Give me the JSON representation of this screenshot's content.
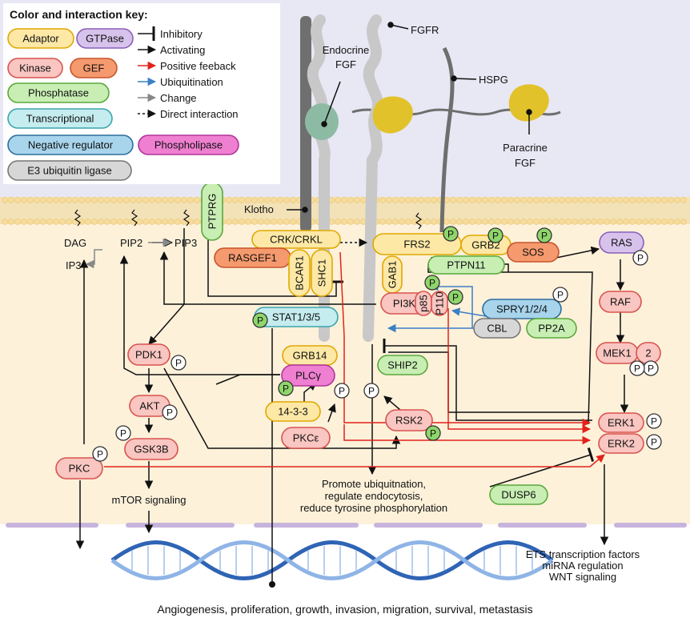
{
  "legend": {
    "title": "Color and interaction key:",
    "categories": {
      "adaptor": "Adaptor",
      "gtpase": "GTPase",
      "kinase": "Kinase",
      "gef": "GEF",
      "phosphatase": "Phosphatase",
      "transcriptional": "Transcriptional",
      "negative_regulator": "Negative regulator",
      "phospholipase": "Phospholipase",
      "e3_ligase": "E3 ubiquitin ligase"
    },
    "interactions": {
      "inhibitory": "Inhibitory",
      "activating": "Activating",
      "positive_feedback": "Positive feeback",
      "ubiquitination": "Ubiquitination",
      "change": "Change",
      "direct_interaction": "Direct interaction"
    }
  },
  "colors": {
    "adaptor": "#fde8a6",
    "adaptor_border": "#e0a800",
    "gtpase": "#d7c2ec",
    "gtpase_border": "#8a5fb8",
    "kinase": "#f9c6c1",
    "kinase_border": "#d9534f",
    "gef": "#f59a6e",
    "gef_border": "#c8542a",
    "phosphatase": "#c8eeb4",
    "phosphatase_border": "#5aa83c",
    "transcriptional": "#c5ecef",
    "transcriptional_border": "#3aa5ad",
    "negative_regulator": "#a8d4ec",
    "negative_regulator_border": "#2c6e9c",
    "phospholipase": "#ef7fd0",
    "phospholipase_border": "#b0359a",
    "e3_ligase": "#d7d7d7",
    "e3_ligase_border": "#777777",
    "extracellular": "#e8e7f4",
    "cytoplasm": "#fdf1da",
    "positive_feedback": "#e2231a",
    "ubiquitination": "#3b7fc4",
    "dna": "#2f64b5"
  },
  "labels": {
    "fgfr": "FGFR",
    "endocrine": "Endocrine",
    "endocrine_fgf": "FGF",
    "hspg": "HSPG",
    "paracrine": "Paracrine",
    "paracrine_fgf": "FGF",
    "klotho": "Klotho",
    "phospho": "P",
    "endpoint_ubiq_1": "Promote ubiquitnation,",
    "endpoint_ubiq_2": "regulate endocytosis,",
    "endpoint_ubiq_3": "reduce tyrosine phosphorylation",
    "mtor": "mTOR signaling",
    "ets_1": "ETS transcription factors",
    "ets_2": "miRNA regulation",
    "ets_3": "WNT signaling",
    "bottom": "Angiogenesis, proliferation, growth, invasion, migration, survival, metastasis"
  },
  "nodes": {
    "dag": "DAG",
    "pip2": "PIP2",
    "pip3": "PIP3",
    "ip3": "IP3",
    "ptprg": "PTPRG",
    "crk": "CRK/CRKL",
    "rasgef1": "RASGEF1",
    "bcar1": "BCAR1",
    "shc1": "SHC1",
    "frs2": "FRS2",
    "grb2": "GRB2",
    "sos": "SOS",
    "ptpn11": "PTPN11",
    "gab1": "GAB1",
    "pi3k": "PI3K",
    "p85": "p85",
    "p110": "P110",
    "spry": "SPRY1/2/4",
    "cbl": "CBL",
    "pp2a": "PP2A",
    "ras": "RAS",
    "raf": "RAF",
    "mek1": "MEK1",
    "mek2": "2",
    "erk1": "ERK1",
    "erk2": "ERK2",
    "stat": "STAT1/3/5",
    "pdk1": "PDK1",
    "grb14": "GRB14",
    "plcg": "PLCγ",
    "ship2": "SHIP2",
    "akt": "AKT",
    "protein_1433": "14-3-3",
    "rsk2": "RSK2",
    "gsk3b": "GSK3B",
    "pkce": "PKCε",
    "pkc": "PKC",
    "dusp6": "DUSP6"
  }
}
